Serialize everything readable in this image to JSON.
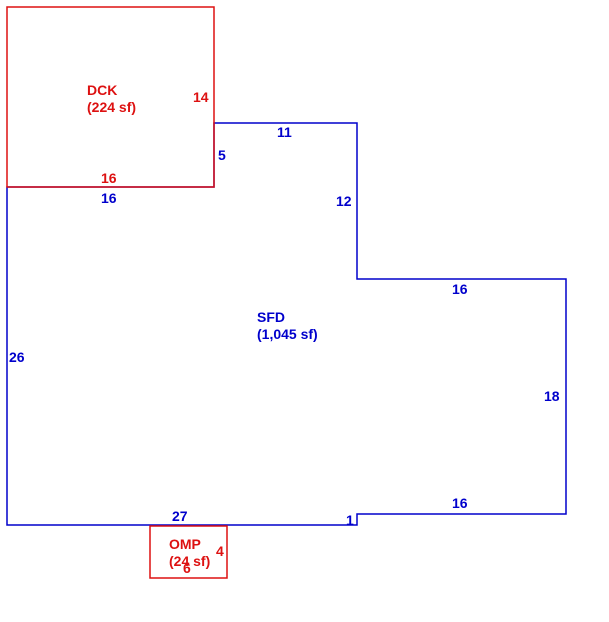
{
  "colors": {
    "structure": "#0000cc",
    "addition": "#dd1111",
    "background": "#ffffff"
  },
  "areas": {
    "main": {
      "code": "SFD",
      "area": "(1,045 sf)",
      "dims": {
        "top_left": "16",
        "left": "26",
        "step_vertical": "5",
        "step_top": "11",
        "notch_right": "12",
        "notch_top": "16",
        "right": "18",
        "bottom_right": "16",
        "bottom_step": "1",
        "bottom": "27"
      }
    },
    "deck": {
      "code": "DCK",
      "area": "(224 sf)",
      "dims": {
        "right": "14",
        "bottom": "16"
      }
    },
    "porch": {
      "code": "OMP",
      "area": "(24 sf)",
      "dims": {
        "right": "4",
        "bottom": "6"
      }
    }
  }
}
